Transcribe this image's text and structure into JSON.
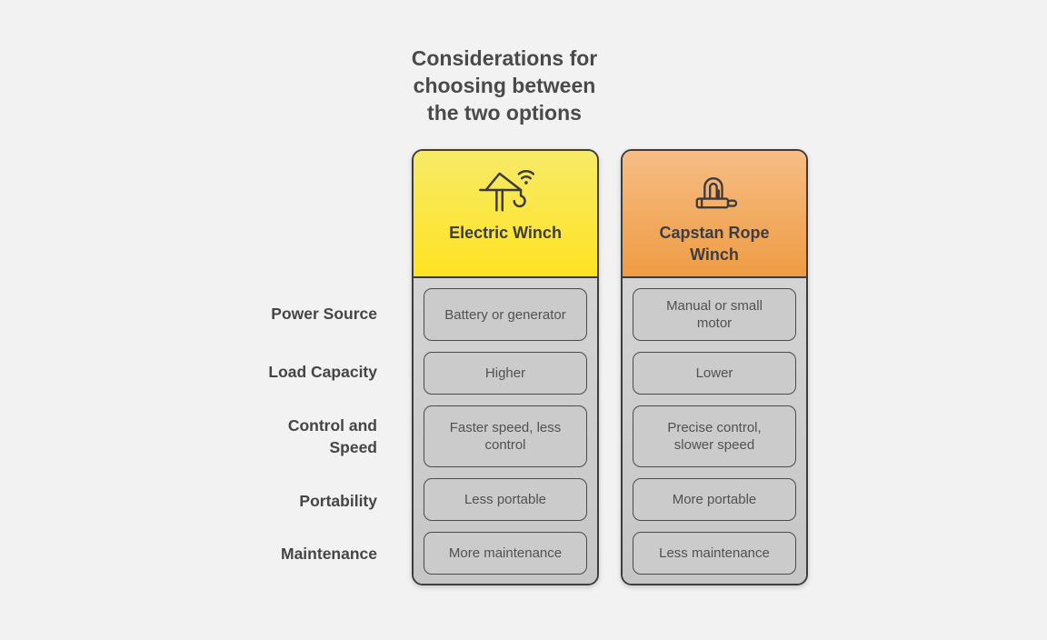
{
  "title": "Considerations for\nchoosing between\nthe two options",
  "rows": [
    {
      "label": "Power Source"
    },
    {
      "label": "Load Capacity"
    },
    {
      "label": "Control and\nSpeed"
    },
    {
      "label": "Portability"
    },
    {
      "label": "Maintenance"
    }
  ],
  "columns": [
    {
      "name": "Electric Winch",
      "icon": "crane-remote-control-icon",
      "cells": [
        "Battery or generator",
        "Higher",
        "Faster speed, less\ncontrol",
        "Less portable",
        "More maintenance"
      ]
    },
    {
      "name": "Capstan Rope\nWinch",
      "icon": "shackle-icon",
      "cells": [
        "Manual or small\nmotor",
        "Lower",
        "Precise control,\nslower speed",
        "More portable",
        "Less maintenance"
      ]
    }
  ],
  "colors": {
    "bg": "#f2f2f3",
    "border-dark": "#3d3d3d",
    "yellow-top": "#f7ea68",
    "yellow-bottom": "#ffe322",
    "orange-top": "#f6bd85",
    "orange-bottom": "#ef9c43",
    "body-gray-top": "#d4d4d4",
    "body-gray-bottom": "#c6c6c6",
    "cell-gray": "#cbcbcb",
    "title-color": "#4a4a4a",
    "label-color": "#454545",
    "header-text": "#3d3d44",
    "cell-text": "#515151",
    "icon-stroke": "#3b3b40"
  }
}
